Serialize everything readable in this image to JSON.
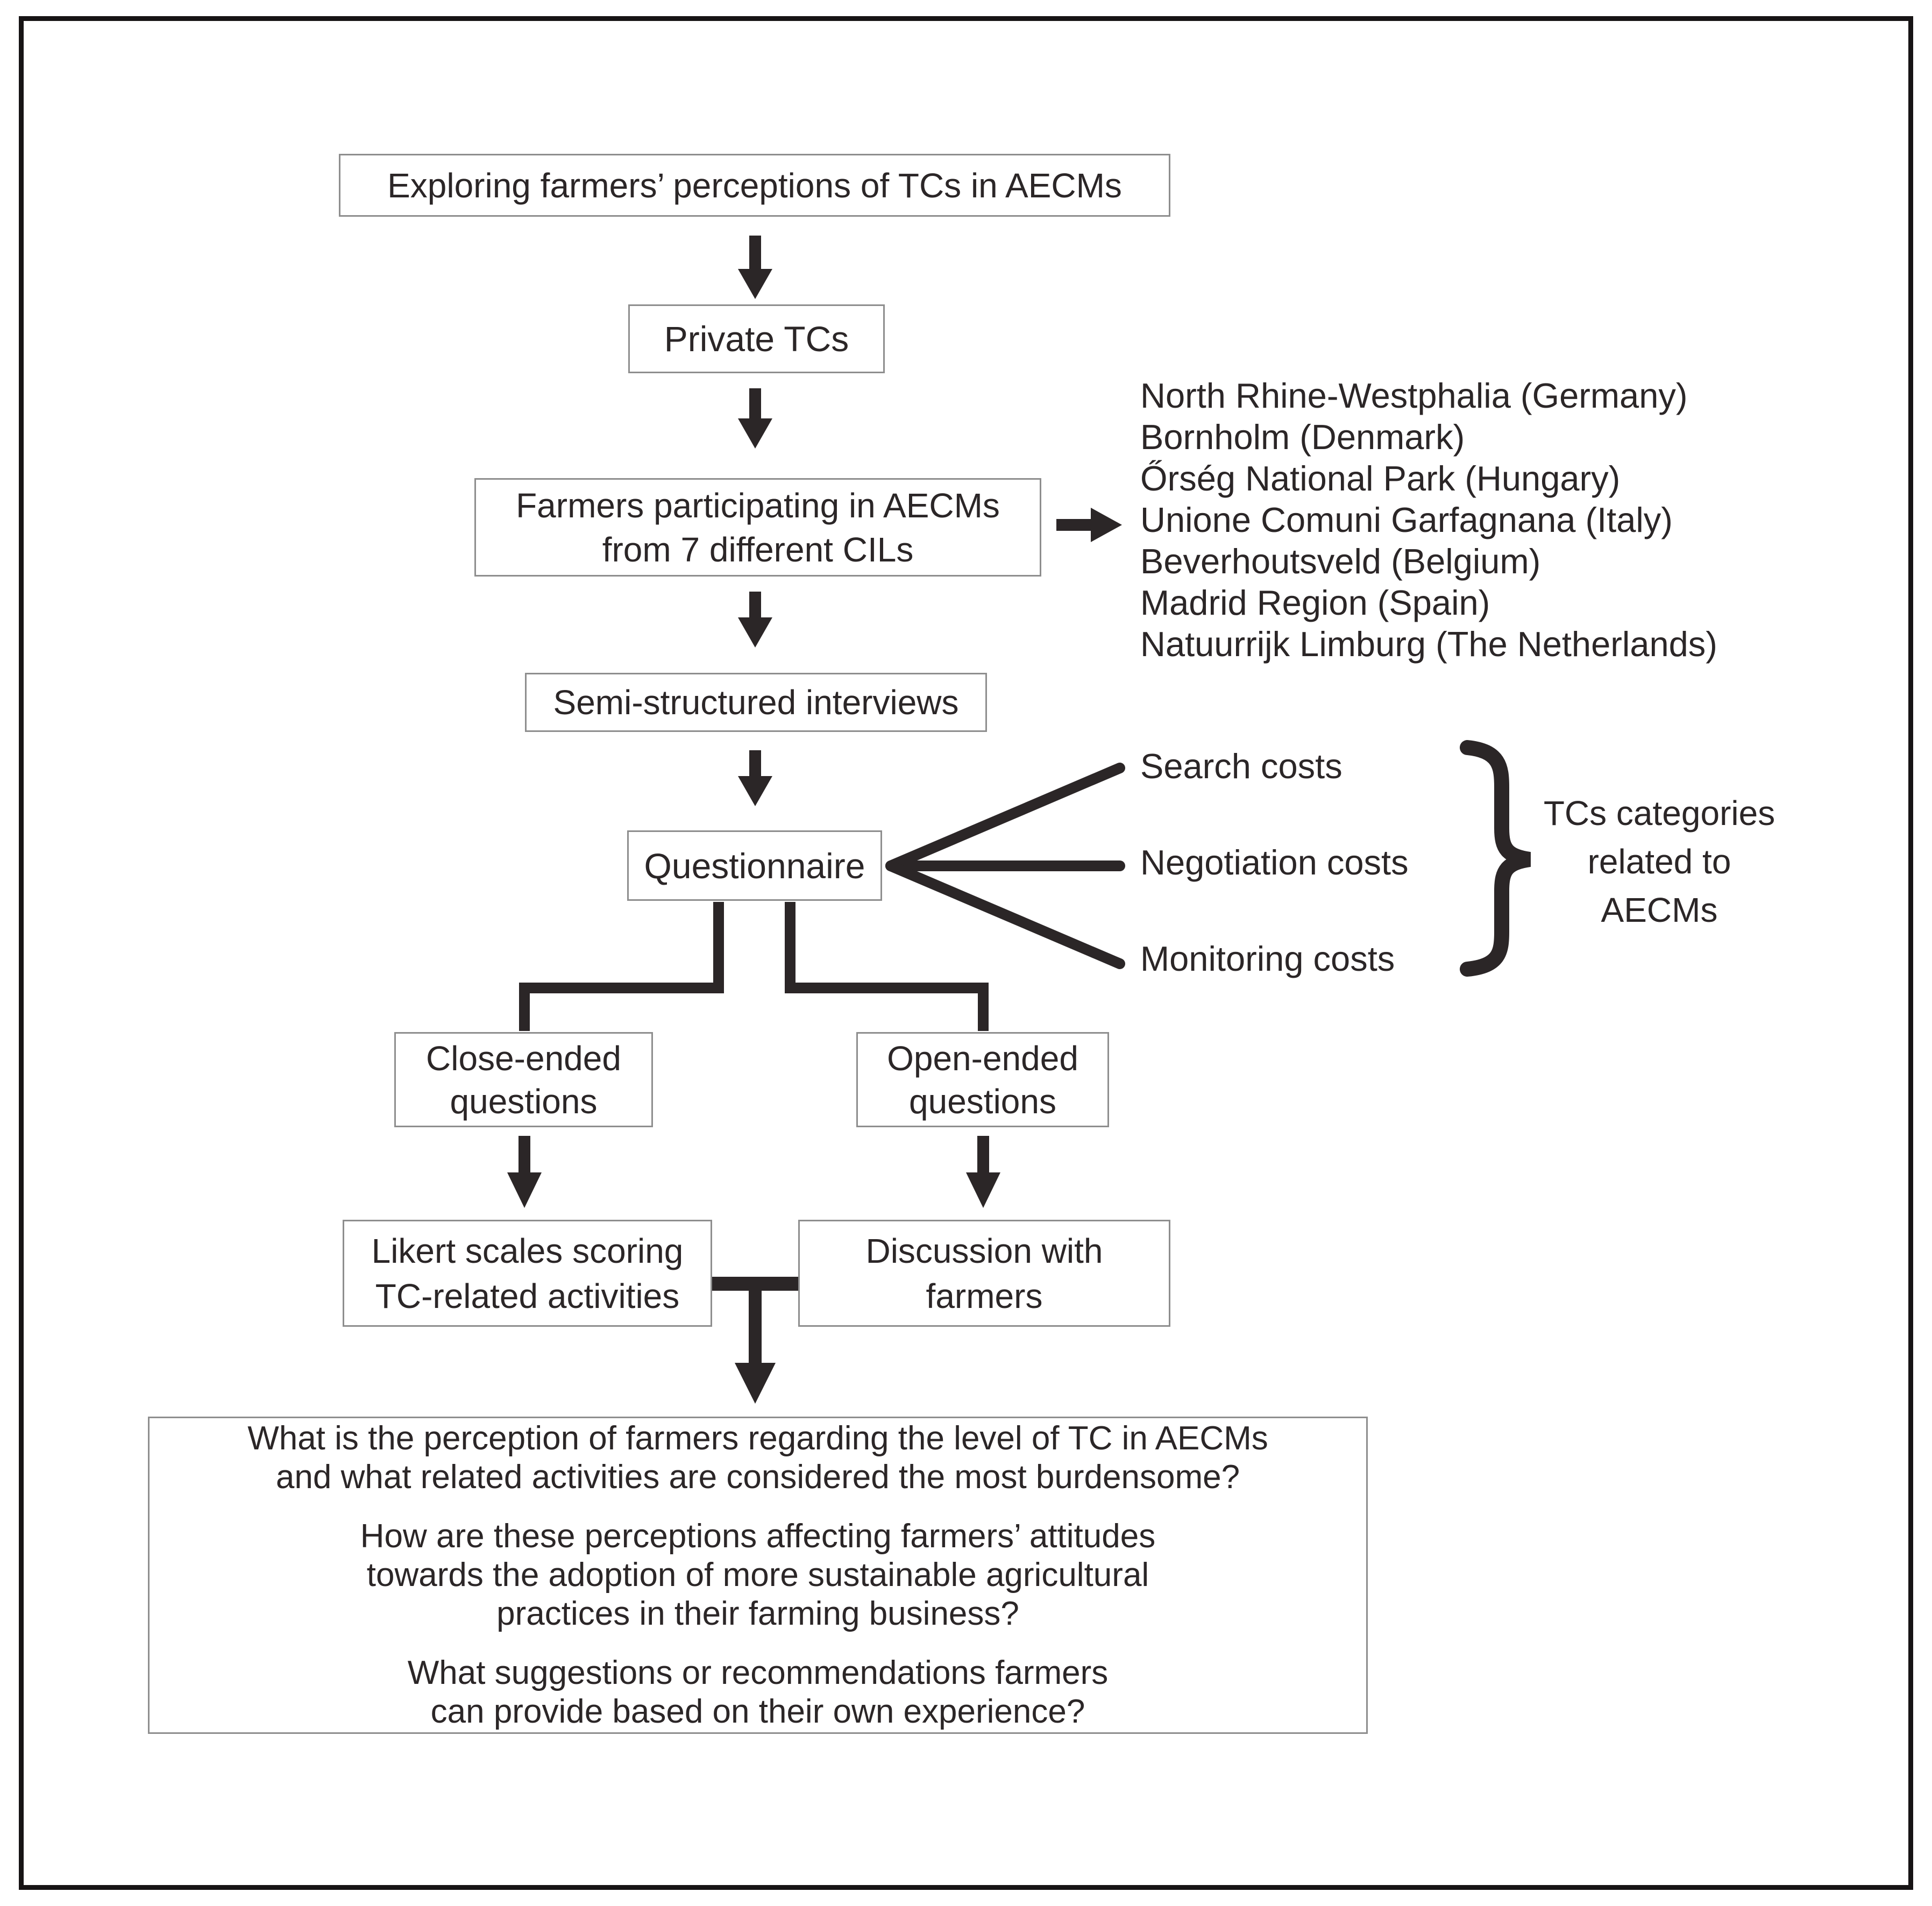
{
  "colors": {
    "ink": "#2b2627",
    "box_border": "#8e8e8e",
    "frame": "#171415",
    "background": "#ffffff"
  },
  "flow": {
    "exploring": "Exploring farmers’ perceptions of TCs in AECMs",
    "private": "Private TCs",
    "farmers": [
      "Farmers participating in AECMs",
      "from 7 different CILs"
    ],
    "interviews": "Semi-structured interviews",
    "questionnaire": "Questionnaire",
    "close_ended": [
      "Close-ended",
      "questions"
    ],
    "open_ended": [
      "Open-ended",
      "questions"
    ],
    "likert": [
      "Likert scales scoring",
      "TC-related activities"
    ],
    "discussion": [
      "Discussion with",
      "farmers"
    ]
  },
  "cils": [
    "North Rhine-Westphalia (Germany)",
    "Bornholm (Denmark)",
    "Őrség National Park (Hungary)",
    "Unione Comuni Garfagnana (Italy)",
    "Beverhoutsveld (Belgium)",
    "Madrid Region (Spain)",
    "Natuurrijk Limburg (The Netherlands)"
  ],
  "costs": [
    "Search costs",
    "Negotiation costs",
    "Monitoring costs"
  ],
  "brace_label": [
    "TCs categories",
    "related to",
    "AECMs"
  ],
  "research_questions": {
    "q1": [
      "What is the perception of farmers regarding the level of TC in AECMs",
      "and what related activities are considered the most burdensome?"
    ],
    "q2": [
      "How are these perceptions affecting farmers’ attitudes",
      "towards the adoption of more sustainable agricultural",
      "practices in their farming business?"
    ],
    "q3": [
      "What suggestions or recommendations farmers",
      "can provide based on their own experience?"
    ]
  }
}
